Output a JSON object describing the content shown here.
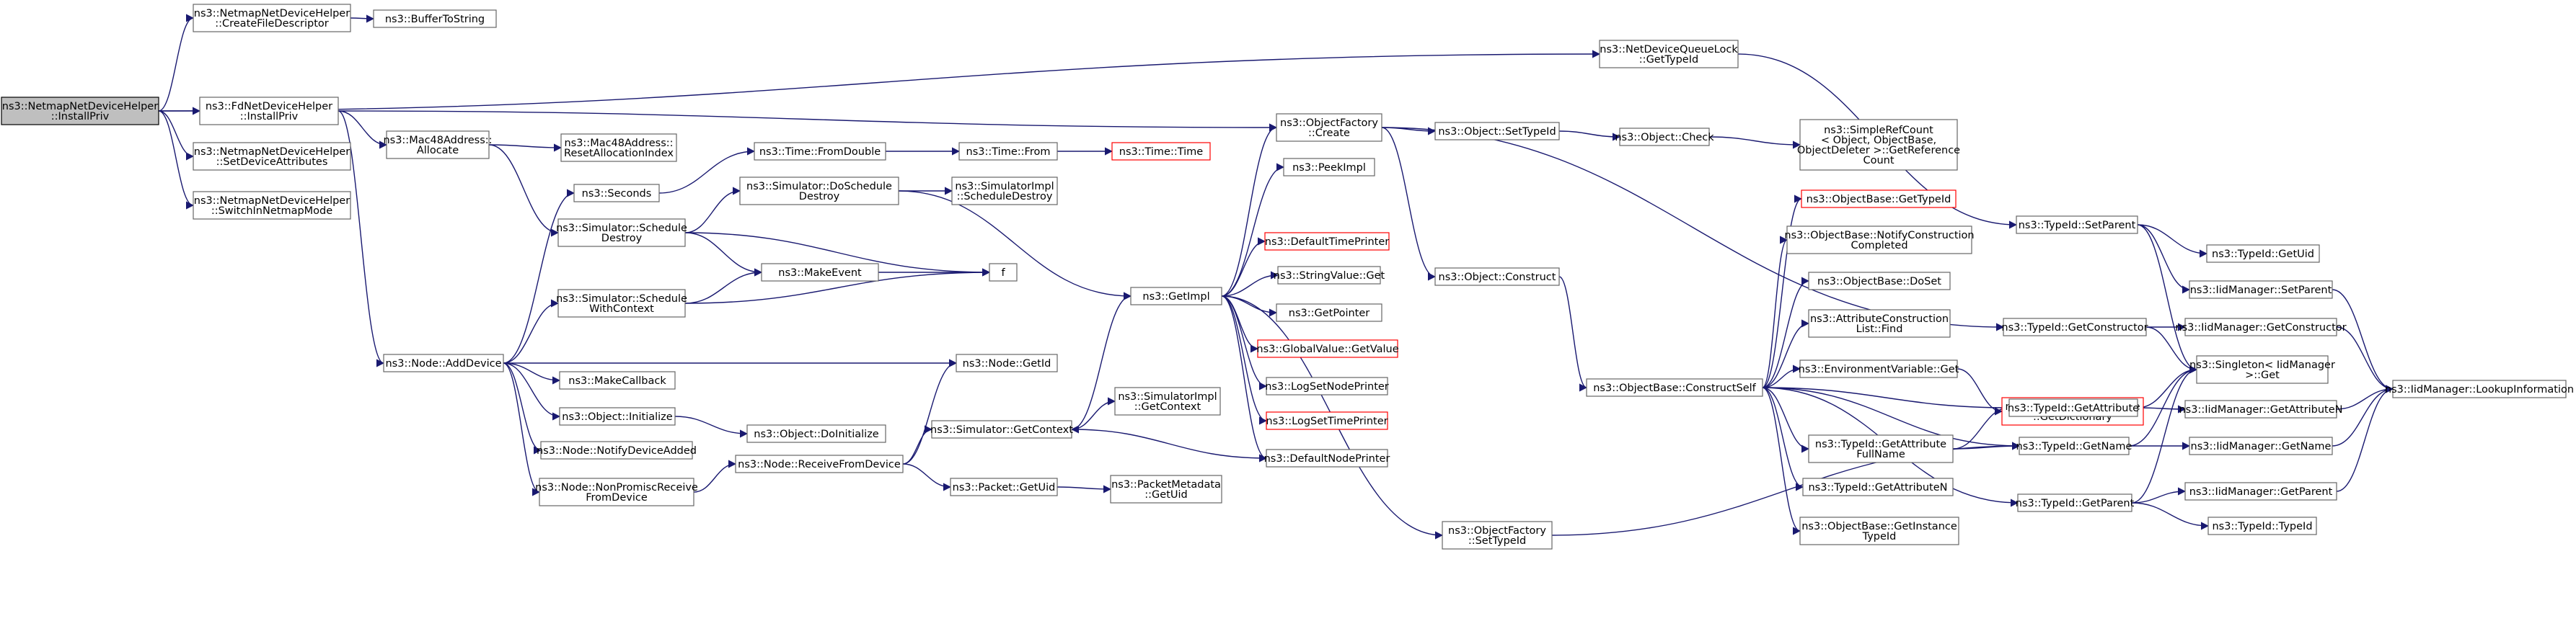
{
  "nodes": [
    {
      "id": "root",
      "lines": [
        "ns3::NetmapNetDeviceHelper",
        "::InstallPriv"
      ],
      "style": "root"
    },
    {
      "id": "createfd",
      "lines": [
        "ns3::NetmapNetDeviceHelper",
        "::CreateFileDescriptor"
      ]
    },
    {
      "id": "buf",
      "lines": [
        "ns3::BufferToString"
      ]
    },
    {
      "id": "fdinst",
      "lines": [
        "ns3::FdNetDeviceHelper",
        "::InstallPriv"
      ]
    },
    {
      "id": "setattrs",
      "lines": [
        "ns3::NetmapNetDeviceHelper",
        "::SetDeviceAttributes"
      ]
    },
    {
      "id": "switchin",
      "lines": [
        "ns3::NetmapNetDeviceHelper",
        "::SwitchInNetmapMode"
      ]
    },
    {
      "id": "queuelock",
      "lines": [
        "ns3::NetDeviceQueueLock",
        "::GetTypeId"
      ]
    },
    {
      "id": "mac48",
      "lines": [
        "ns3::Mac48Address::",
        "Allocate"
      ]
    },
    {
      "id": "macreset",
      "lines": [
        "ns3::Mac48Address::",
        "ResetAllocationIndex"
      ]
    },
    {
      "id": "seconds",
      "lines": [
        "ns3::Seconds"
      ]
    },
    {
      "id": "schedD",
      "lines": [
        "ns3::Simulator::Schedule",
        "Destroy"
      ]
    },
    {
      "id": "schedCtx",
      "lines": [
        "ns3::Simulator::Schedule",
        "WithContext"
      ]
    },
    {
      "id": "addDev",
      "lines": [
        "ns3::Node::AddDevice"
      ]
    },
    {
      "id": "mkcb",
      "lines": [
        "ns3::MakeCallback"
      ]
    },
    {
      "id": "objInit",
      "lines": [
        "ns3::Object::Initialize"
      ]
    },
    {
      "id": "notify",
      "lines": [
        "ns3::Node::NotifyDeviceAdded"
      ]
    },
    {
      "id": "nonProm",
      "lines": [
        "ns3::Node::NonPromiscReceive",
        "FromDevice"
      ]
    },
    {
      "id": "fromDbl",
      "lines": [
        "ns3::Time::FromDouble"
      ]
    },
    {
      "id": "doSD",
      "lines": [
        "ns3::Simulator::DoSchedule",
        "Destroy"
      ]
    },
    {
      "id": "mkev",
      "lines": [
        "ns3::MakeEvent"
      ]
    },
    {
      "id": "f",
      "lines": [
        "f"
      ]
    },
    {
      "id": "timeFrom",
      "lines": [
        "ns3::Time::From"
      ]
    },
    {
      "id": "timeTime",
      "lines": [
        "ns3::Time::Time"
      ],
      "style": "red"
    },
    {
      "id": "implSD",
      "lines": [
        "ns3::SimulatorImpl",
        "::ScheduleDestroy"
      ]
    },
    {
      "id": "getId",
      "lines": [
        "ns3::Node::GetId"
      ]
    },
    {
      "id": "doInit",
      "lines": [
        "ns3::Object::DoInitialize"
      ]
    },
    {
      "id": "recvFrom",
      "lines": [
        "ns3::Node::ReceiveFromDevice"
      ]
    },
    {
      "id": "getCtx",
      "lines": [
        "ns3::Simulator::GetContext"
      ]
    },
    {
      "id": "implCtx",
      "lines": [
        "ns3::SimulatorImpl",
        "::GetContext"
      ]
    },
    {
      "id": "pktUid",
      "lines": [
        "ns3::Packet::GetUid"
      ]
    },
    {
      "id": "pmUid",
      "lines": [
        "ns3::PacketMetadata",
        "::GetUid"
      ]
    },
    {
      "id": "getImpl",
      "lines": [
        "ns3::GetImpl"
      ]
    },
    {
      "id": "objFCreate",
      "lines": [
        "ns3::ObjectFactory",
        "::Create"
      ]
    },
    {
      "id": "peek",
      "lines": [
        "ns3::PeekImpl"
      ]
    },
    {
      "id": "defTime",
      "lines": [
        "ns3::DefaultTimePrinter"
      ],
      "style": "red"
    },
    {
      "id": "strGet",
      "lines": [
        "ns3::StringValue::Get"
      ]
    },
    {
      "id": "getPtr",
      "lines": [
        "ns3::GetPointer"
      ]
    },
    {
      "id": "globGet",
      "lines": [
        "ns3::GlobalValue::GetValue"
      ],
      "style": "red"
    },
    {
      "id": "logNode",
      "lines": [
        "ns3::LogSetNodePrinter"
      ]
    },
    {
      "id": "logTime",
      "lines": [
        "ns3::LogSetTimePrinter"
      ],
      "style": "red"
    },
    {
      "id": "defNode",
      "lines": [
        "ns3::DefaultNodePrinter"
      ]
    },
    {
      "id": "setTid",
      "lines": [
        "ns3::Object::SetTypeId"
      ]
    },
    {
      "id": "objConst",
      "lines": [
        "ns3::Object::Construct"
      ]
    },
    {
      "id": "ofSetTid",
      "lines": [
        "ns3::ObjectFactory",
        "::SetTypeId"
      ]
    },
    {
      "id": "objCheck",
      "lines": [
        "ns3::Object::Check"
      ]
    },
    {
      "id": "refcount",
      "lines": [
        "ns3::SimpleRefCount",
        "< Object, ObjectBase,",
        "ObjectDeleter >::GetReference",
        "Count"
      ]
    },
    {
      "id": "obGetTid",
      "lines": [
        "ns3::ObjectBase::GetTypeId"
      ],
      "style": "red"
    },
    {
      "id": "obNotify",
      "lines": [
        "ns3::ObjectBase::NotifyConstruction",
        "Completed"
      ]
    },
    {
      "id": "obDoSet",
      "lines": [
        "ns3::ObjectBase::DoSet"
      ]
    },
    {
      "id": "attrFind",
      "lines": [
        "ns3::AttributeConstruction",
        "List::Find"
      ]
    },
    {
      "id": "envGet",
      "lines": [
        "ns3::EnvironmentVariable::Get"
      ]
    },
    {
      "id": "obCS",
      "lines": [
        "ns3::ObjectBase::ConstructSelf"
      ]
    },
    {
      "id": "attrFull",
      "lines": [
        "ns3::TypeId::GetAttribute",
        "FullName"
      ]
    },
    {
      "id": "getAttrN",
      "lines": [
        "ns3::TypeId::GetAttributeN"
      ]
    },
    {
      "id": "obInst",
      "lines": [
        "ns3::ObjectBase::GetInstance",
        "TypeId"
      ]
    },
    {
      "id": "envDict",
      "lines": [
        "ns3::EnvironmentVariable",
        "::GetDictionary"
      ],
      "style": "red"
    },
    {
      "id": "setParent",
      "lines": [
        "ns3::TypeId::SetParent"
      ]
    },
    {
      "id": "getCons",
      "lines": [
        "ns3::TypeId::GetConstructor"
      ]
    },
    {
      "id": "getAttr",
      "lines": [
        "ns3::TypeId::GetAttribute"
      ]
    },
    {
      "id": "getName",
      "lines": [
        "ns3::TypeId::GetName"
      ]
    },
    {
      "id": "getParent",
      "lines": [
        "ns3::TypeId::GetParent"
      ]
    },
    {
      "id": "getUid",
      "lines": [
        "ns3::TypeId::GetUid"
      ]
    },
    {
      "id": "iidSetP",
      "lines": [
        "ns3::IidManager::SetParent"
      ]
    },
    {
      "id": "iidGetC",
      "lines": [
        "ns3::IidManager::GetConstructor"
      ]
    },
    {
      "id": "singleton",
      "lines": [
        "ns3::Singleton< IidManager",
        ">::Get"
      ]
    },
    {
      "id": "iidAttrN",
      "lines": [
        "ns3::IidManager::GetAttributeN"
      ]
    },
    {
      "id": "iidName",
      "lines": [
        "ns3::IidManager::GetName"
      ]
    },
    {
      "id": "iidParent",
      "lines": [
        "ns3::IidManager::GetParent"
      ]
    },
    {
      "id": "tidTid",
      "lines": [
        "ns3::TypeId::TypeId"
      ]
    },
    {
      "id": "lookup",
      "lines": [
        "ns3::IidManager::LookupInformation"
      ]
    }
  ],
  "edges": [
    [
      "root",
      "createfd"
    ],
    [
      "createfd",
      "buf"
    ],
    [
      "root",
      "fdinst"
    ],
    [
      "root",
      "setattrs"
    ],
    [
      "root",
      "switchin"
    ],
    [
      "root",
      "queuelock"
    ],
    [
      "fdinst",
      "mac48"
    ],
    [
      "fdinst",
      "addDev"
    ],
    [
      "fdinst",
      "objFCreate"
    ],
    [
      "mac48",
      "macreset"
    ],
    [
      "mac48",
      "schedD"
    ],
    [
      "seconds",
      "fromDbl"
    ],
    [
      "fromDbl",
      "timeFrom"
    ],
    [
      "timeFrom",
      "timeTime"
    ],
    [
      "schedD",
      "doSD"
    ],
    [
      "schedD",
      "mkev"
    ],
    [
      "schedD",
      "f"
    ],
    [
      "doSD",
      "implSD"
    ],
    [
      "doSD",
      "getImpl"
    ],
    [
      "mkev",
      "f"
    ],
    [
      "schedCtx",
      "mkev"
    ],
    [
      "schedCtx",
      "f"
    ],
    [
      "addDev",
      "seconds"
    ],
    [
      "addDev",
      "schedCtx"
    ],
    [
      "addDev",
      "getId"
    ],
    [
      "addDev",
      "mkcb"
    ],
    [
      "addDev",
      "objInit"
    ],
    [
      "addDev",
      "notify"
    ],
    [
      "addDev",
      "nonProm"
    ],
    [
      "objInit",
      "doInit"
    ],
    [
      "nonProm",
      "recvFrom"
    ],
    [
      "recvFrom",
      "getId"
    ],
    [
      "recvFrom",
      "getCtx"
    ],
    [
      "recvFrom",
      "pktUid"
    ],
    [
      "getCtx",
      "getImpl"
    ],
    [
      "getCtx",
      "implCtx"
    ],
    [
      "pktUid",
      "pmUid"
    ],
    [
      "getImpl",
      "objFCreate"
    ],
    [
      "getImpl",
      "peek"
    ],
    [
      "getImpl",
      "defTime"
    ],
    [
      "getImpl",
      "strGet"
    ],
    [
      "getImpl",
      "getPtr"
    ],
    [
      "getImpl",
      "globGet"
    ],
    [
      "getImpl",
      "logNode"
    ],
    [
      "getImpl",
      "logTime"
    ],
    [
      "getImpl",
      "defNode"
    ],
    [
      "getImpl",
      "ofSetTid"
    ],
    [
      "defNode",
      "getCtx"
    ],
    [
      "objFCreate",
      "setTid"
    ],
    [
      "objFCreate",
      "objConst"
    ],
    [
      "objFCreate",
      "getCons"
    ],
    [
      "setTid",
      "objCheck"
    ],
    [
      "objCheck",
      "refcount"
    ],
    [
      "objConst",
      "obCS"
    ],
    [
      "obCS",
      "obGetTid"
    ],
    [
      "obCS",
      "obNotify"
    ],
    [
      "obCS",
      "obDoSet"
    ],
    [
      "obCS",
      "attrFind"
    ],
    [
      "obCS",
      "envGet"
    ],
    [
      "obCS",
      "attrFull"
    ],
    [
      "obCS",
      "getAttrN"
    ],
    [
      "obCS",
      "obInst"
    ],
    [
      "obCS",
      "getAttr"
    ],
    [
      "obCS",
      "getName"
    ],
    [
      "obCS",
      "getParent"
    ],
    [
      "envGet",
      "envDict"
    ],
    [
      "attrFull",
      "getAttr"
    ],
    [
      "attrFull",
      "getName"
    ],
    [
      "ofSetTid",
      "getName"
    ],
    [
      "queuelock",
      "setParent"
    ],
    [
      "setParent",
      "getUid"
    ],
    [
      "setParent",
      "iidSetP"
    ],
    [
      "setParent",
      "singleton"
    ],
    [
      "getCons",
      "iidGetC"
    ],
    [
      "getCons",
      "singleton"
    ],
    [
      "getAttr",
      "singleton"
    ],
    [
      "getAttr",
      "iidAttrN"
    ],
    [
      "getName",
      "singleton"
    ],
    [
      "getName",
      "iidName"
    ],
    [
      "getParent",
      "singleton"
    ],
    [
      "getParent",
      "iidParent"
    ],
    [
      "getParent",
      "tidTid"
    ],
    [
      "iidSetP",
      "lookup"
    ],
    [
      "iidGetC",
      "lookup"
    ],
    [
      "iidAttrN",
      "lookup"
    ],
    [
      "iidName",
      "lookup"
    ],
    [
      "iidParent",
      "lookup"
    ]
  ]
}
